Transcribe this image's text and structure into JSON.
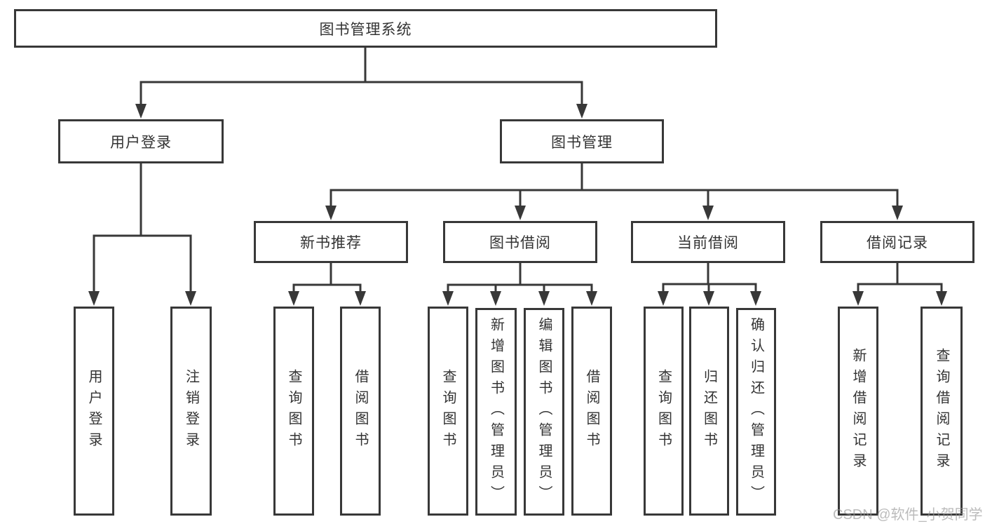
{
  "tree": {
    "label": "图书管理系统",
    "children": [
      {
        "label": "用户登录",
        "children": [
          {
            "label": "用户登录"
          },
          {
            "label": "注销登录"
          }
        ]
      },
      {
        "label": "图书管理",
        "children": [
          {
            "label": "新书推荐",
            "children": [
              {
                "label": "查询图书"
              },
              {
                "label": "借阅图书"
              }
            ]
          },
          {
            "label": "图书借阅",
            "children": [
              {
                "label": "查询图书"
              },
              {
                "label": "新增图书（管理员）"
              },
              {
                "label": "编辑图书（管理员）"
              },
              {
                "label": "借阅图书"
              }
            ]
          },
          {
            "label": "当前借阅",
            "children": [
              {
                "label": "查询图书"
              },
              {
                "label": "归还图书"
              },
              {
                "label": "确认归还（管理员）"
              }
            ]
          },
          {
            "label": "借阅记录",
            "children": [
              {
                "label": "新增借阅记录"
              },
              {
                "label": "查询借阅记录"
              }
            ]
          }
        ]
      }
    ]
  },
  "watermark": {
    "text": "CSDN @软件_小贺同学"
  },
  "colors": {
    "line": "#383838",
    "box_border": "#383838",
    "text": "#333333",
    "background": "#ffffff",
    "watermark": "#969696"
  }
}
